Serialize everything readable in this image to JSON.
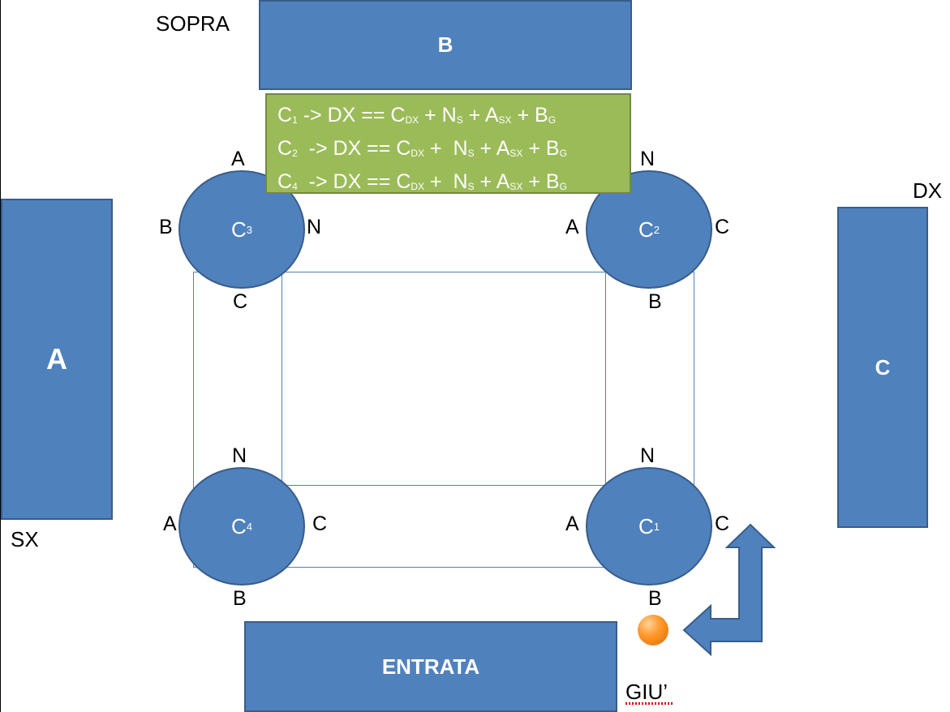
{
  "regions": {
    "top": {
      "box_label": "B",
      "direction_label": "SOPRA"
    },
    "left": {
      "box_label": "A",
      "direction_label": "SX"
    },
    "right": {
      "box_label": "C",
      "direction_label": "DX"
    },
    "bottom": {
      "box_label": "ENTRATA",
      "direction_label": "GIU’"
    }
  },
  "nodes": {
    "c3": {
      "name": "C",
      "sub": "3",
      "top": "A",
      "left": "B",
      "right": "N",
      "bottom": "C"
    },
    "c2": {
      "name": "C",
      "sub": "2",
      "top": "N",
      "left": "A",
      "right": "C",
      "bottom": "B"
    },
    "c4": {
      "name": "C",
      "sub": "4",
      "top": "N",
      "left": "A",
      "right": "C",
      "bottom": "B"
    },
    "c1": {
      "name": "C",
      "sub": "1",
      "top": "N",
      "left": "A",
      "right": "C",
      "bottom": "B"
    }
  },
  "formulas": [
    {
      "c": "C",
      "c_sub": "1",
      "arrow": " -> DX == ",
      "cdx": "C",
      "cdx_sub": "DX",
      "p1": " + ",
      "n": "N",
      "n_sub": "S",
      "p2": " + ",
      "a": "A",
      "a_sub": "SX",
      "p3": " + ",
      "b": "B",
      "b_sub": "G"
    },
    {
      "c": "C",
      "c_sub": "2",
      "arrow": "  -> DX == ",
      "cdx": "C",
      "cdx_sub": "DX",
      "p1": " +  ",
      "n": "N",
      "n_sub": "S",
      "p2": " + ",
      "a": "A",
      "a_sub": "SX",
      "p3": " + ",
      "b": "B",
      "b_sub": "G"
    },
    {
      "c": "C",
      "c_sub": "4",
      "arrow": "  -> DX == ",
      "cdx": "C",
      "cdx_sub": "DX",
      "p1": " +  ",
      "n": "N",
      "n_sub": "S",
      "p2": " + ",
      "a": "A",
      "a_sub": "SX",
      "p3": " + ",
      "b": "B",
      "b_sub": "G"
    }
  ],
  "colors": {
    "block_blue": "#4f81bd",
    "formula_green": "#9bbb59",
    "marker_orange": "#ff9a2e"
  },
  "icons": {
    "entry_marker": "orange-dot-icon",
    "path_arrow": "bent-arrow-icon"
  }
}
